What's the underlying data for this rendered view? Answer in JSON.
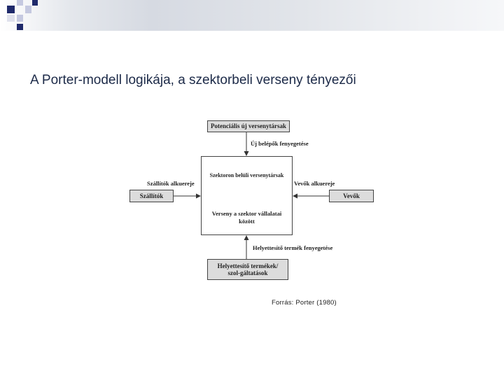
{
  "slide": {
    "title": "A Porter-modell logikája, a szektorbeli verseny tényezői",
    "source": "Forrás: Porter (1980)"
  },
  "diagram": {
    "top_box": "Potenciális új versenytársak",
    "top_arrow_label": "Új belépők fenyegetése",
    "left_box": "Szállítók",
    "left_arrow_label": "Szállítók alkuereje",
    "right_box": "Vevők",
    "right_arrow_label": "Vevők alkuereje",
    "center_title": "Szektoron belüli versenytársak",
    "center_text": "Verseny a szektor vállalatai között",
    "bottom_arrow_label": "Helyettesítő termék fenyegetése",
    "bottom_box": "Helyettesítő termékek/ szol-gáltatások"
  },
  "colors": {
    "title_color": "#1c2a48",
    "square_dark": "#1f2a6b",
    "square_light": "#c5c9e0",
    "box_gray": "#dcdcdc"
  }
}
